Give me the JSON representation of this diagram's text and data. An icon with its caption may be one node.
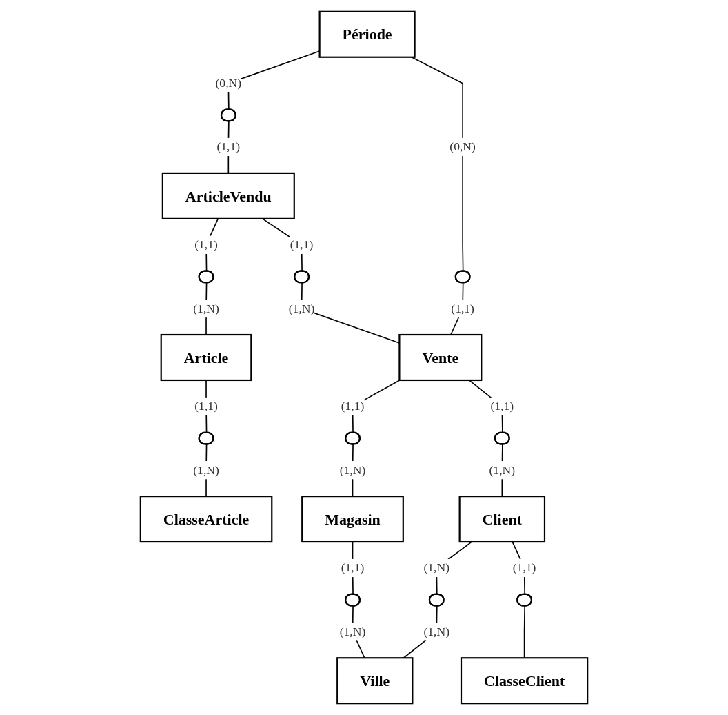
{
  "diagram": {
    "nodes": [
      {
        "text": [
          "ArticleVendu"
        ]
      },
      {
        "text": [
          "Article"
        ]
      },
      {
        "text": [
          "Période"
        ]
      },
      {
        "text": [
          "ClasseArticle"
        ]
      },
      {
        "text": [
          "Vente"
        ]
      },
      {
        "text": [
          "Magasin"
        ]
      },
      {
        "text": [
          "Ville"
        ]
      },
      {
        "text": [
          "Client"
        ]
      },
      {
        "text": [
          "ClasseClient"
        ]
      },
      {
        "text": [],
        "shape": "ellipse"
      },
      {
        "text": [],
        "shape": "ellipse"
      },
      {
        "text": [],
        "shape": "ellipse"
      },
      {
        "text": [],
        "shape": "ellipse"
      },
      {
        "text": [],
        "shape": "ellipse"
      },
      {
        "text": [],
        "shape": "ellipse"
      },
      {
        "text": [],
        "shape": "ellipse"
      },
      {
        "text": [],
        "shape": "ellipse"
      },
      {
        "text": [],
        "shape": "ellipse"
      },
      {
        "text": [],
        "shape": "ellipse"
      }
    ],
    "edges": [
      {
        "from": 2,
        "to": 9,
        "arrow": "none",
        "label": "(0,N)"
      },
      {
        "from": 9,
        "to": 0,
        "arrow": "none",
        "label": "(1,1)"
      },
      {
        "from": 0,
        "to": 10,
        "arrow": "none",
        "label": "(1,1)"
      },
      {
        "from": 10,
        "to": 1,
        "arrow": "none",
        "label": "(1,N)"
      },
      {
        "from": 1,
        "to": 11,
        "arrow": "none",
        "label": "(1,1)"
      },
      {
        "from": 11,
        "to": 3,
        "arrow": "none",
        "label": "(1,N)"
      },
      {
        "from": 0,
        "to": 12,
        "arrow": "none",
        "label": "(1,1)"
      },
      {
        "from": 12,
        "to": 4,
        "arrow": "none",
        "label": "(1,N)"
      },
      {
        "from": 2,
        "to": 13,
        "arrow": "none",
        "label": "(0,N)"
      },
      {
        "from": 13,
        "to": 4,
        "arrow": "none",
        "label": "(1,1)"
      },
      {
        "from": 4,
        "to": 14,
        "arrow": "none",
        "label": "(1,1)"
      },
      {
        "from": 14,
        "to": 5,
        "arrow": "none",
        "label": "(1,N)"
      },
      {
        "from": 5,
        "to": 15,
        "arrow": "none",
        "label": "(1,1)"
      },
      {
        "from": 15,
        "to": 6,
        "arrow": "none",
        "label": "(1,N)"
      },
      {
        "from": 4,
        "to": 16,
        "arrow": "none",
        "label": "(1,1)"
      },
      {
        "from": 16,
        "to": 7,
        "arrow": "none",
        "label": "(1,N)"
      },
      {
        "from": 7,
        "to": 17,
        "arrow": "none",
        "label": "(1,N)"
      },
      {
        "from": 17,
        "to": 6,
        "arrow": "none",
        "label": "(1,N)"
      },
      {
        "from": 7,
        "to": 18,
        "arrow": "none",
        "label": "(1,1)"
      },
      {
        "from": 18,
        "to": 8,
        "arrow": "none"
      }
    ]
  }
}
